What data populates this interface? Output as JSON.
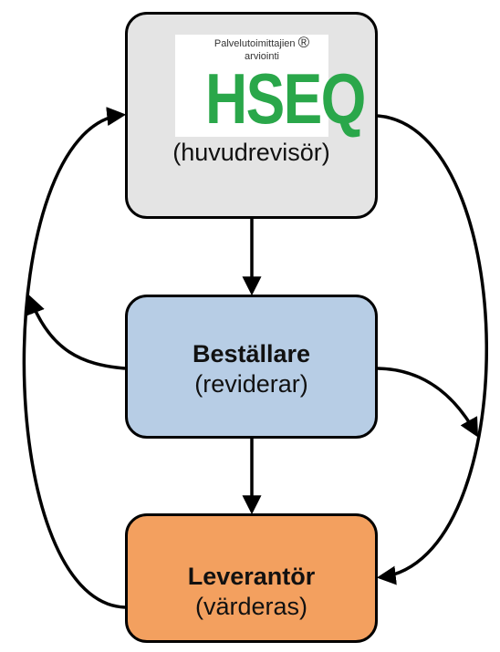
{
  "logo": {
    "line1": "Palvelutoimittajien",
    "registered": "®",
    "line2": "arviointi",
    "mark": "HSEQ"
  },
  "boxes": {
    "inspecta": {
      "title": "Inspecta",
      "subtitle": "(huvudrevisör)",
      "color": "#e4e4e4"
    },
    "bestallare": {
      "title": "Beställare",
      "subtitle": "(reviderar)",
      "color": "#b7cde5"
    },
    "leverantor": {
      "title": "Leverantör",
      "subtitle": "(värderas)",
      "color": "#f3a05f"
    }
  },
  "colors": {
    "logo_green": "#2aa74a",
    "line": "#000000"
  }
}
